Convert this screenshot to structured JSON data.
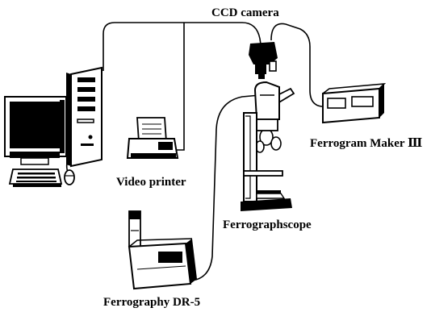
{
  "labels": {
    "ccd_camera": "CCD camera",
    "video_printer": "Video printer",
    "ferrogram_maker": "Ferrogram  Maker Ⅲ",
    "ferrographscope": "Ferrographscope",
    "ferrography_dr5": "Ferrography  DR-5"
  },
  "colors": {
    "ink": "#000000",
    "paper": "#ffffff"
  }
}
